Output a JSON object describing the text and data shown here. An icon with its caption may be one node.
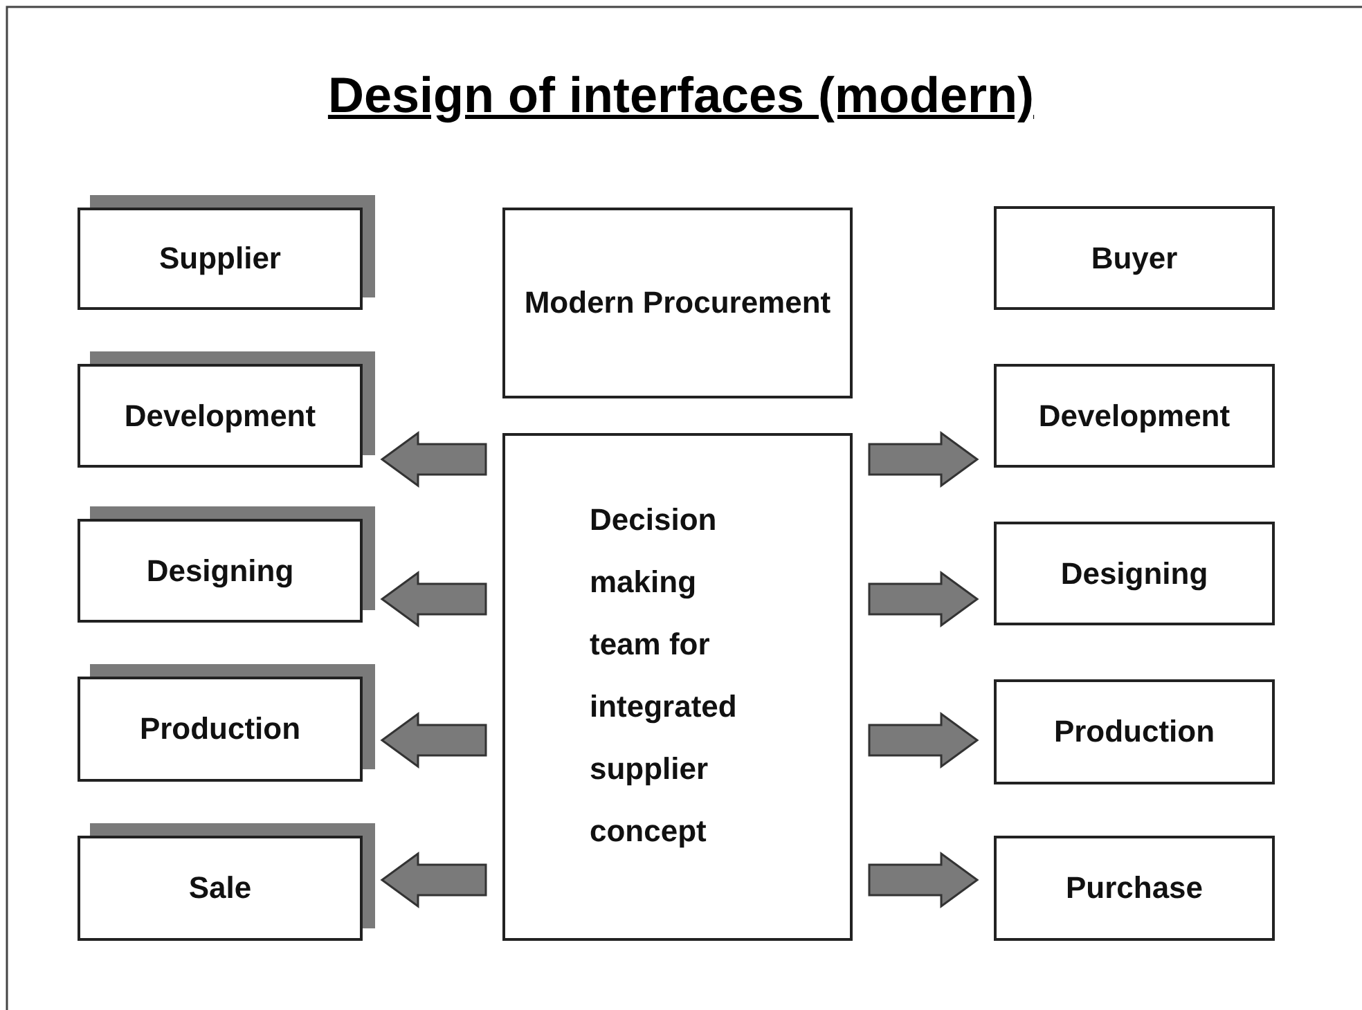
{
  "diagram": {
    "title": "Design of interfaces (modern)",
    "nodes": [
      {
        "text": [
          "Supplier"
        ]
      },
      {
        "text": [
          "Development"
        ]
      },
      {
        "text": [
          "Designing"
        ]
      },
      {
        "text": [
          "Production"
        ]
      },
      {
        "text": [
          "Sale"
        ]
      },
      {
        "text": [
          "Modern Procurement"
        ]
      },
      {
        "text": [
          "Decision making team for integrated supplier concept"
        ]
      },
      {
        "text": [
          "Buyer"
        ]
      },
      {
        "text": [
          "Development"
        ]
      },
      {
        "text": [
          "Designing"
        ]
      },
      {
        "text": [
          "Production"
        ]
      },
      {
        "text": [
          "Purchase"
        ]
      }
    ],
    "edges": [
      {
        "from": 6,
        "to": 1,
        "arrow": "to"
      },
      {
        "from": 6,
        "to": 2,
        "arrow": "to"
      },
      {
        "from": 6,
        "to": 3,
        "arrow": "to"
      },
      {
        "from": 6,
        "to": 4,
        "arrow": "to"
      },
      {
        "from": 6,
        "to": 8,
        "arrow": "to"
      },
      {
        "from": 6,
        "to": 9,
        "arrow": "to"
      },
      {
        "from": 6,
        "to": 10,
        "arrow": "to"
      },
      {
        "from": 6,
        "to": 11,
        "arrow": "to"
      }
    ]
  }
}
